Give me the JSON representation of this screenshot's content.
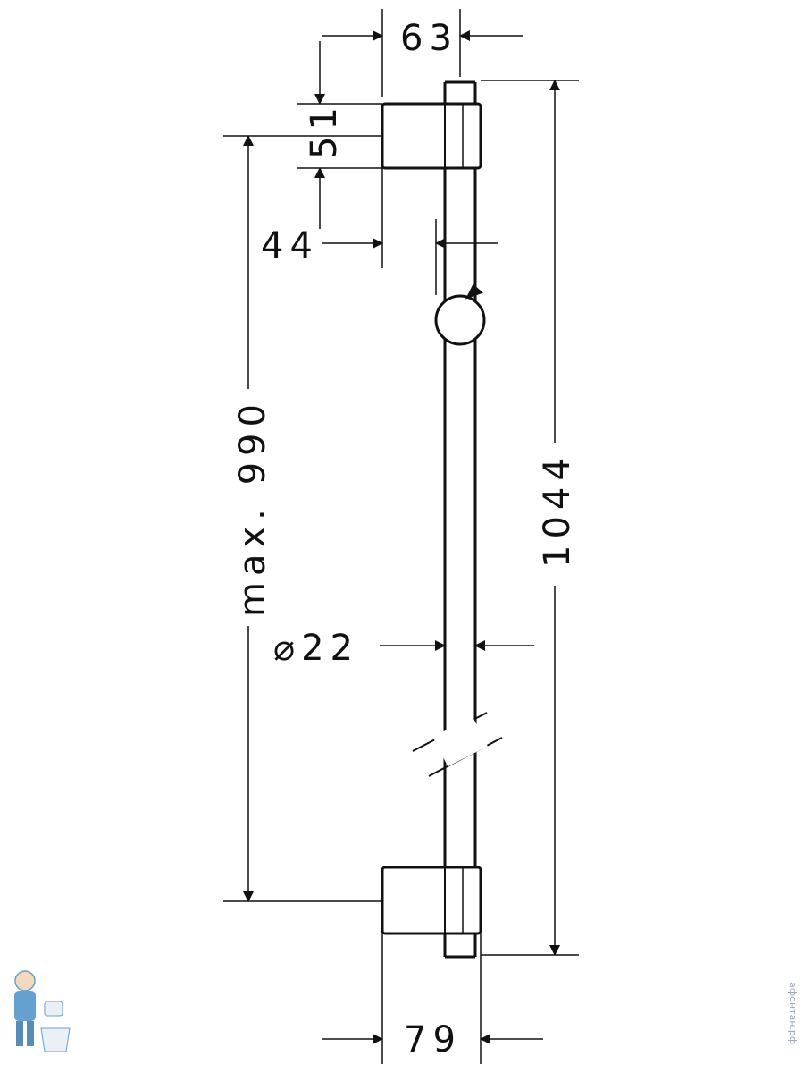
{
  "dimensions": {
    "bracket_depth_top": "63",
    "bracket_height": "51",
    "bracket_offset": "44",
    "max_length": "max. 990",
    "rail_diameter": "⌀22",
    "overall_length": "1044",
    "bracket_depth_bottom": "79"
  },
  "watermark": {
    "text": "афонтан.рф",
    "icon": "plumber-mascot-icon"
  },
  "colors": {
    "line": "#111111",
    "watermark": "#9aa6b2",
    "mascot": "#4a90c8"
  }
}
